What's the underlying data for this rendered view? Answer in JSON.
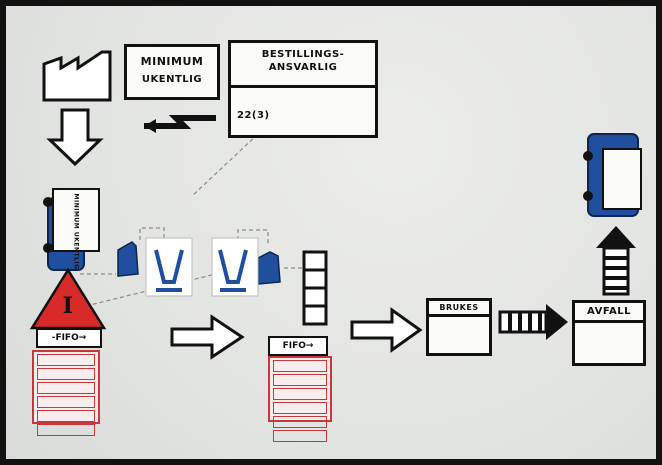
{
  "diagram": {
    "supplier_box": {
      "line1": "MINIMUM",
      "line2": "UKENTLIG"
    },
    "planner_box": {
      "line1": "BESTILLINGS-",
      "line2": "ANSVARLIG",
      "footer": "22(3)"
    },
    "truck_label": "MINIMUM UKENTLIG",
    "inventory_symbol": "I",
    "fifo_left": "-FIFO→",
    "fifo_right": "FIFO→",
    "brukes_box": {
      "title": "BRUKES"
    },
    "avfall_box": {
      "title": "AVFALL"
    },
    "red_card_left": [
      "",
      "",
      "",
      "",
      "",
      ""
    ],
    "red_card_right": [
      "",
      "",
      "",
      "",
      "",
      ""
    ]
  },
  "colors": {
    "blue": "#1f4f9e",
    "red": "#d92a2a",
    "ink": "#111111",
    "paper": "#fbfbf8",
    "board": "#e4e6e3"
  }
}
